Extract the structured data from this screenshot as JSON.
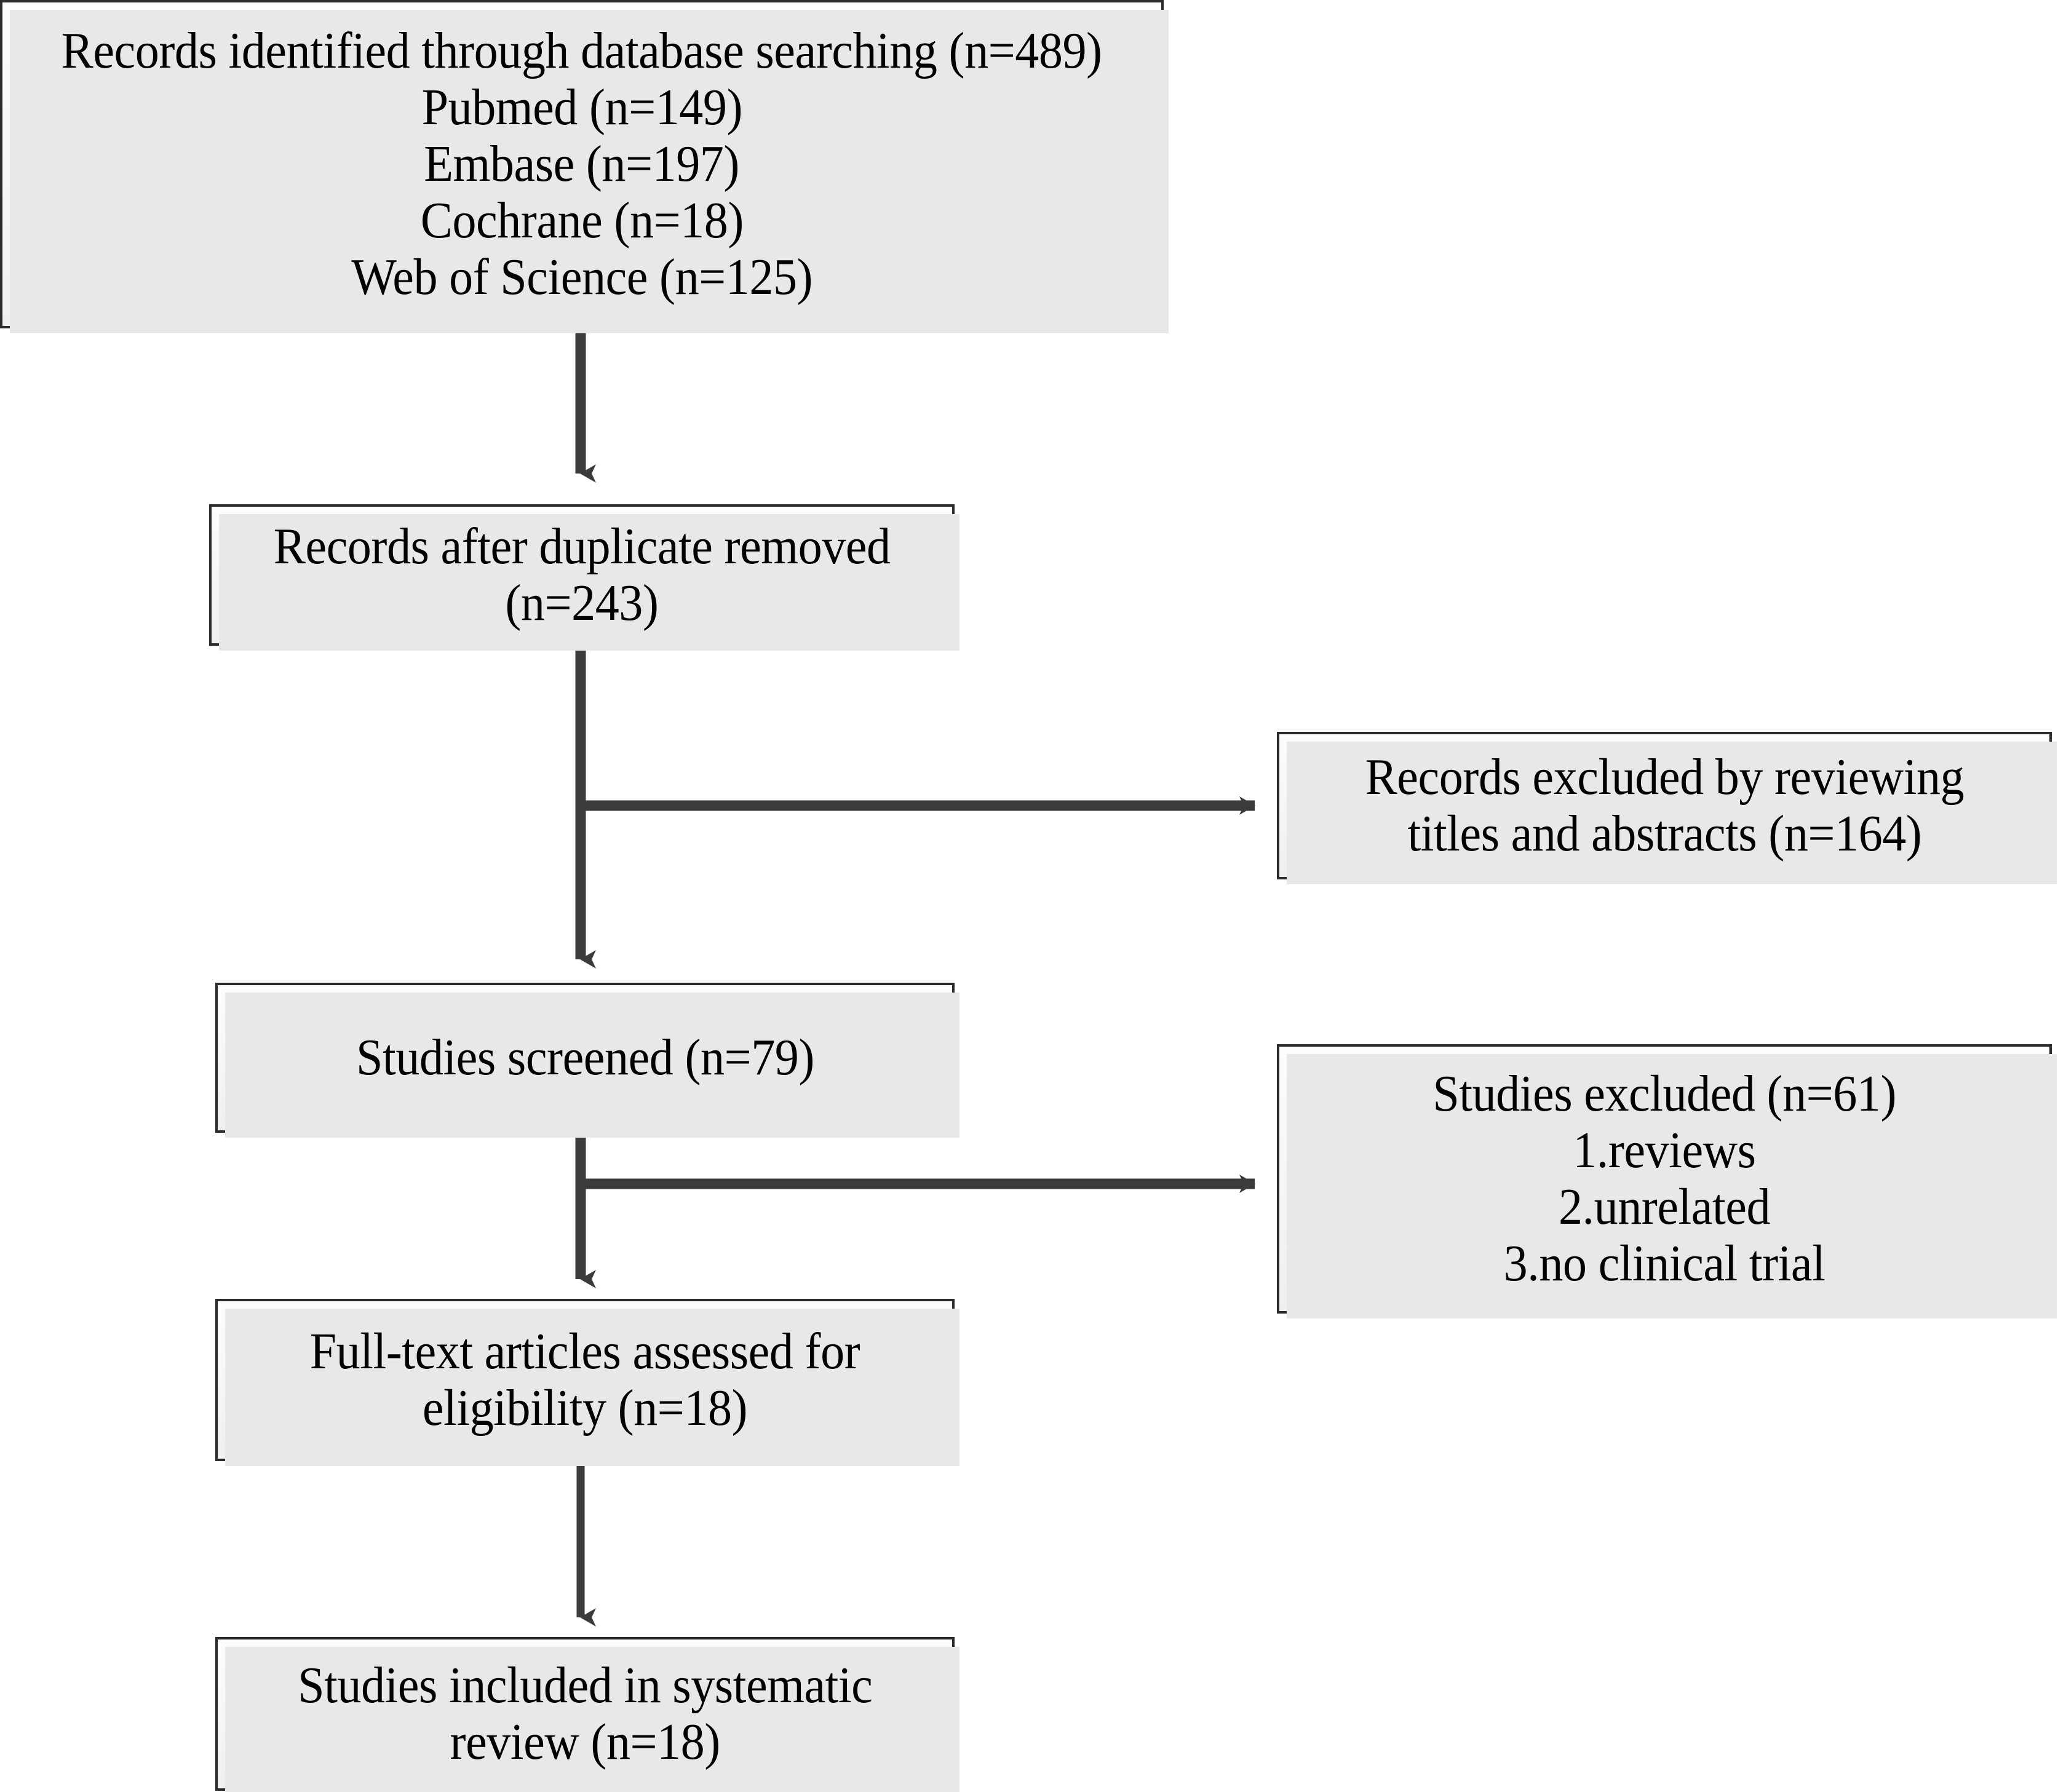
{
  "diagram": {
    "type": "prisma-flow-diagram",
    "title": "PRISMA study selection flow diagram",
    "accent_color": "#3b3b3b",
    "box_border_color": "#2b2b2b",
    "box_fill_color": "#f5f5f5",
    "nodes": {
      "identified": {
        "name": "records-identified",
        "lines": [
          "Records identified through database searching (n=489)",
          "Pubmed (n=149)",
          "Embase (n=197)",
          "Cochrane (n=18)",
          "Web of Science (n=125)"
        ]
      },
      "duplicates": {
        "name": "records-after-duplicate-removed",
        "lines": [
          "Records after duplicate removed",
          "(n=243)"
        ]
      },
      "excluded_titles_abstracts": {
        "name": "records-excluded-titles-abstracts",
        "lines": [
          "Records excluded by reviewing",
          "titles and abstracts (n=164)"
        ]
      },
      "screened": {
        "name": "studies-screened",
        "lines": [
          "Studies screened (n=79)"
        ]
      },
      "excluded_studies": {
        "name": "studies-excluded",
        "lines": [
          "Studies excluded (n=61)",
          "1.reviews",
          "2.unrelated",
          "3.no clinical trial"
        ]
      },
      "fulltext": {
        "name": "full-text-articles-assessed",
        "lines": [
          "Full-text articles assessed for",
          "eligibility (n=18)"
        ]
      },
      "included": {
        "name": "studies-included",
        "lines": [
          "Studies included in systematic",
          "review (n=18)"
        ]
      }
    },
    "counts": {
      "total_identified": 489,
      "pubmed": 149,
      "embase": 197,
      "cochrane": 18,
      "web_of_science": 125,
      "after_duplicates": 243,
      "excluded_titles_abstracts": 164,
      "screened": 79,
      "excluded_studies": 61,
      "fulltext_assessed": 18,
      "included": 18
    },
    "edges": [
      {
        "name": "identified-to-duplicates",
        "from": "identified",
        "to": "duplicates",
        "direction": "down"
      },
      {
        "name": "duplicates-to-excluded-ta",
        "from": "duplicates",
        "to": "excluded_titles_abstracts",
        "direction": "right"
      },
      {
        "name": "duplicates-to-screened",
        "from": "duplicates",
        "to": "screened",
        "direction": "down"
      },
      {
        "name": "screened-to-excluded-studies",
        "from": "screened",
        "to": "excluded_studies",
        "direction": "right"
      },
      {
        "name": "screened-to-fulltext",
        "from": "screened",
        "to": "fulltext",
        "direction": "down"
      },
      {
        "name": "fulltext-to-included",
        "from": "fulltext",
        "to": "included",
        "direction": "down"
      }
    ]
  }
}
